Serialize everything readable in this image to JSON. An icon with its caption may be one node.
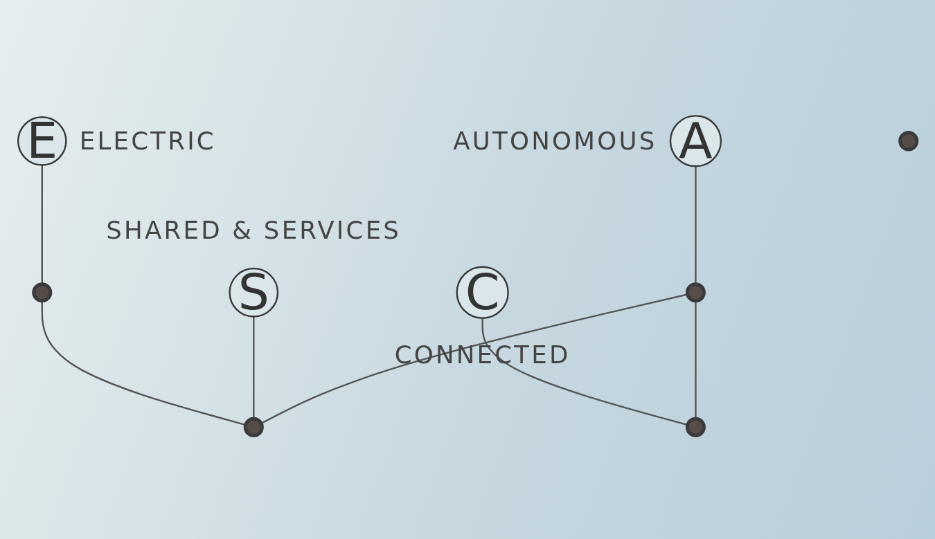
{
  "diagram": {
    "nodes": [
      {
        "text": [
          "A"
        ],
        "beside": [
          "AUTONOMOUS"
        ]
      },
      {
        "text": [
          "E"
        ],
        "beside": [
          "ELECTRIC"
        ]
      },
      {
        "text": [],
        "shape": "circle"
      },
      {
        "text": [],
        "shape": "circle"
      },
      {
        "text": [
          "S"
        ],
        "beside": [
          "SHARED & SERVICES"
        ]
      },
      {
        "text": [
          "C"
        ],
        "beside": [
          "CONNECTED"
        ]
      },
      {
        "text": [],
        "shape": "circle"
      },
      {
        "text": [],
        "shape": "circle"
      },
      {
        "text": [],
        "shape": "circle"
      }
    ],
    "edges": [
      {
        "from": 0,
        "to": 2,
        "arrow": "none"
      },
      {
        "from": 1,
        "to": 3,
        "arrow": "none"
      },
      {
        "from": 2,
        "to": 6,
        "arrow": "none"
      },
      {
        "from": 4,
        "to": 6,
        "arrow": "none"
      },
      {
        "from": 3,
        "to": 6,
        "arrow": "none"
      },
      {
        "from": 2,
        "to": 8,
        "arrow": "none"
      },
      {
        "from": 5,
        "to": 8,
        "arrow": "none"
      }
    ]
  }
}
